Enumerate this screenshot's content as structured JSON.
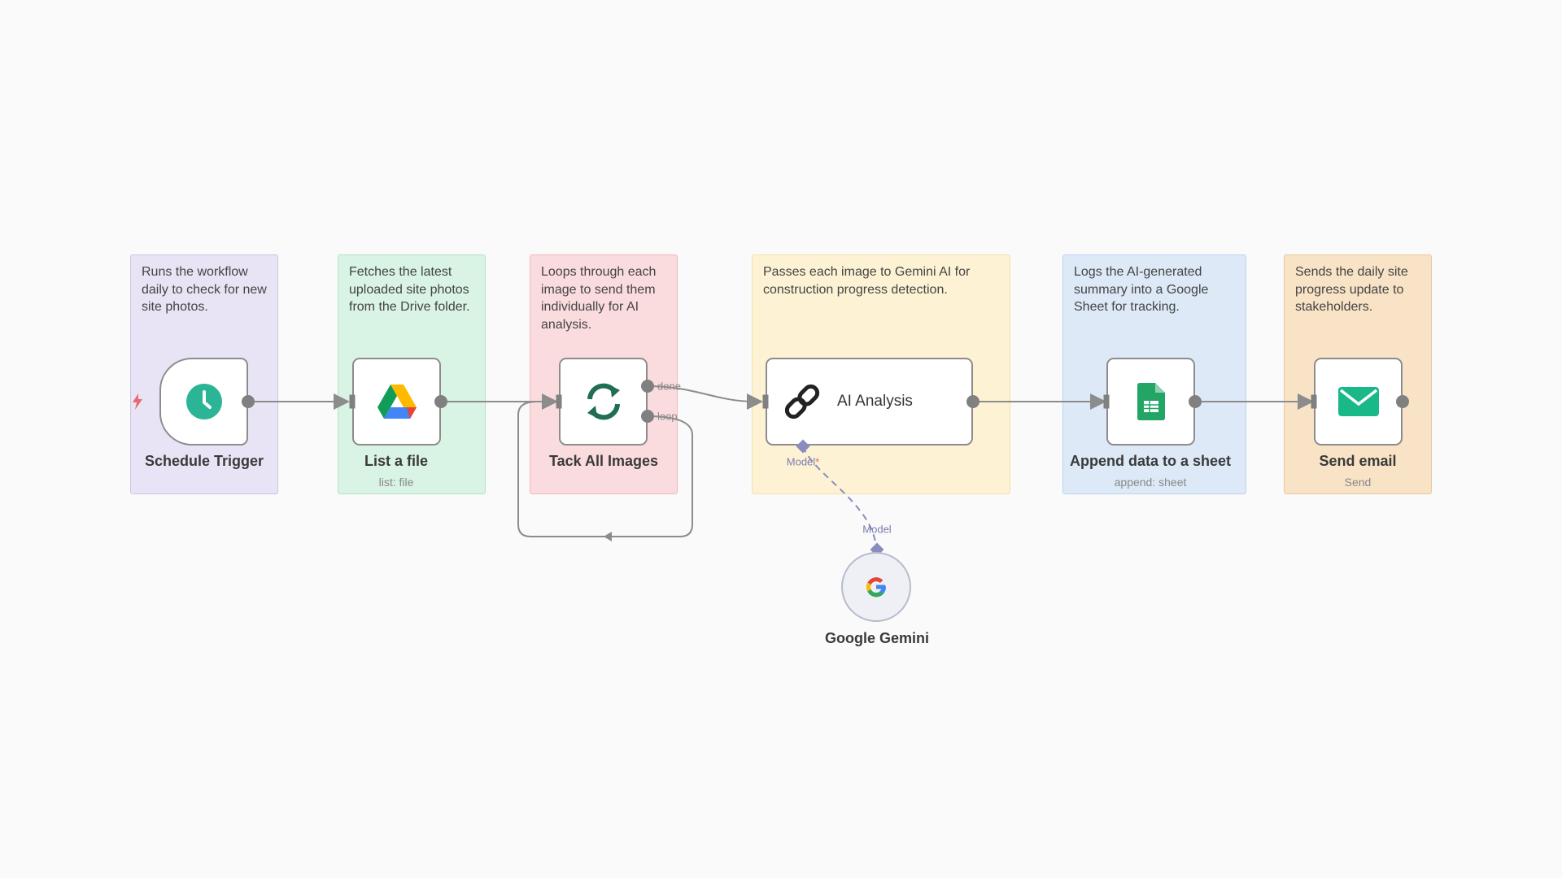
{
  "workflow": {
    "sticky_notes": [
      {
        "text": "Runs the workflow daily to check for new site photos.",
        "color": "#e8e4f5",
        "border": "#cbc4e6"
      },
      {
        "text": "Fetches the latest uploaded site photos from the Drive folder.",
        "color": "#d9f3e4",
        "border": "#b3e2c6"
      },
      {
        "text": "Loops through each image to send them individually for AI analysis.",
        "color": "#fbdcde",
        "border": "#f0b8bc"
      },
      {
        "text": "Passes each image to Gemini AI for construction progress detection.",
        "color": "#fdf3d4",
        "border": "#f2e1a8"
      },
      {
        "text": "Logs the AI-generated summary into a Google Sheet for tracking.",
        "color": "#dde9f7",
        "border": "#bcd3ee"
      },
      {
        "text": "Sends the daily site progress update to stakeholders.",
        "color": "#f8e3c6",
        "border": "#eac99c"
      }
    ],
    "nodes": {
      "schedule_trigger": {
        "label": "Schedule Trigger",
        "icon": "clock-icon"
      },
      "list_file": {
        "label": "List a file",
        "sub": "list: file",
        "icon": "google-drive-icon"
      },
      "tack_images": {
        "label": "Tack All Images",
        "icon": "sync-icon"
      },
      "ai_analysis": {
        "label": "AI Analysis",
        "icon": "chain-link-icon"
      },
      "append_sheet": {
        "label": "Append data to a sheet",
        "sub": "append: sheet",
        "icon": "google-sheets-icon"
      },
      "send_email": {
        "label": "Send email",
        "sub": "Send",
        "icon": "envelope-icon"
      },
      "google_gemini": {
        "label": "Google Gemini",
        "icon": "google-g-icon"
      }
    },
    "ports": {
      "done": "done",
      "loop": "loop",
      "model_in": "Model",
      "model_required": "*",
      "model_out": "Model"
    },
    "colors": {
      "accent_green": "#2bb596",
      "wire": "#8c8c8c",
      "model_wire": "#8a8cc0",
      "trigger_bolt": "#e86a6a"
    }
  }
}
